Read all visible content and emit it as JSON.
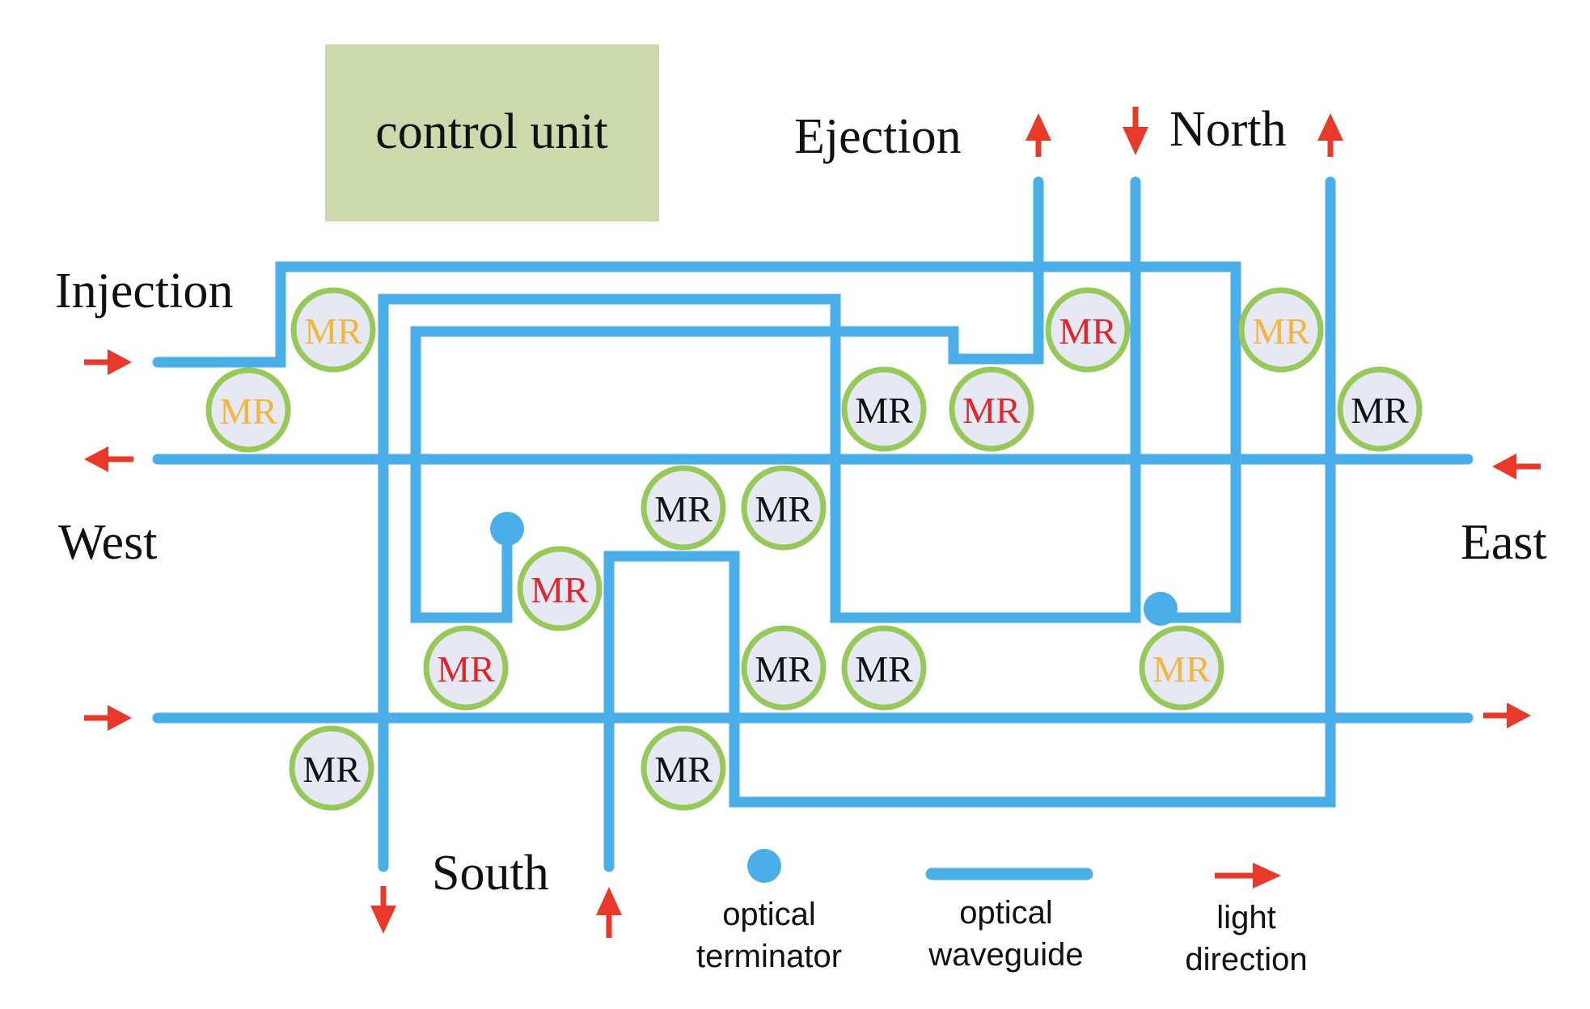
{
  "control_unit": {
    "label": "control unit",
    "fill": "#cbd9ad"
  },
  "ports": {
    "injection": "Injection",
    "ejection": "Ejection",
    "north": "North",
    "west": "West",
    "east": "East",
    "south": "South"
  },
  "legend": {
    "terminator_line1": "optical",
    "terminator_line2": "terminator",
    "waveguide_line1": "optical",
    "waveguide_line2": "waveguide",
    "light_line1": "light",
    "light_line2": "direction"
  },
  "colors": {
    "waveguide": "#4aaee8",
    "terminator": "#4aaee8",
    "arrow": "#e8392a",
    "mr_ring": "#96c85a",
    "mr_fill": "#e6e9f3",
    "mr_text_black": "#111111",
    "mr_text_red": "#e0262a",
    "mr_text_orange": "#f4b53f"
  },
  "resonators": [
    {
      "label": "MR",
      "color": "orange"
    },
    {
      "label": "MR",
      "color": "orange"
    },
    {
      "label": "MR",
      "color": "black"
    },
    {
      "label": "MR",
      "color": "red"
    },
    {
      "label": "MR",
      "color": "red"
    },
    {
      "label": "MR",
      "color": "orange"
    },
    {
      "label": "MR",
      "color": "black"
    },
    {
      "label": "MR",
      "color": "black"
    },
    {
      "label": "MR",
      "color": "black"
    },
    {
      "label": "MR",
      "color": "red"
    },
    {
      "label": "MR",
      "color": "red"
    },
    {
      "label": "MR",
      "color": "black"
    },
    {
      "label": "MR",
      "color": "black"
    },
    {
      "label": "MR",
      "color": "orange"
    },
    {
      "label": "MR",
      "color": "black"
    },
    {
      "label": "MR",
      "color": "black"
    }
  ]
}
